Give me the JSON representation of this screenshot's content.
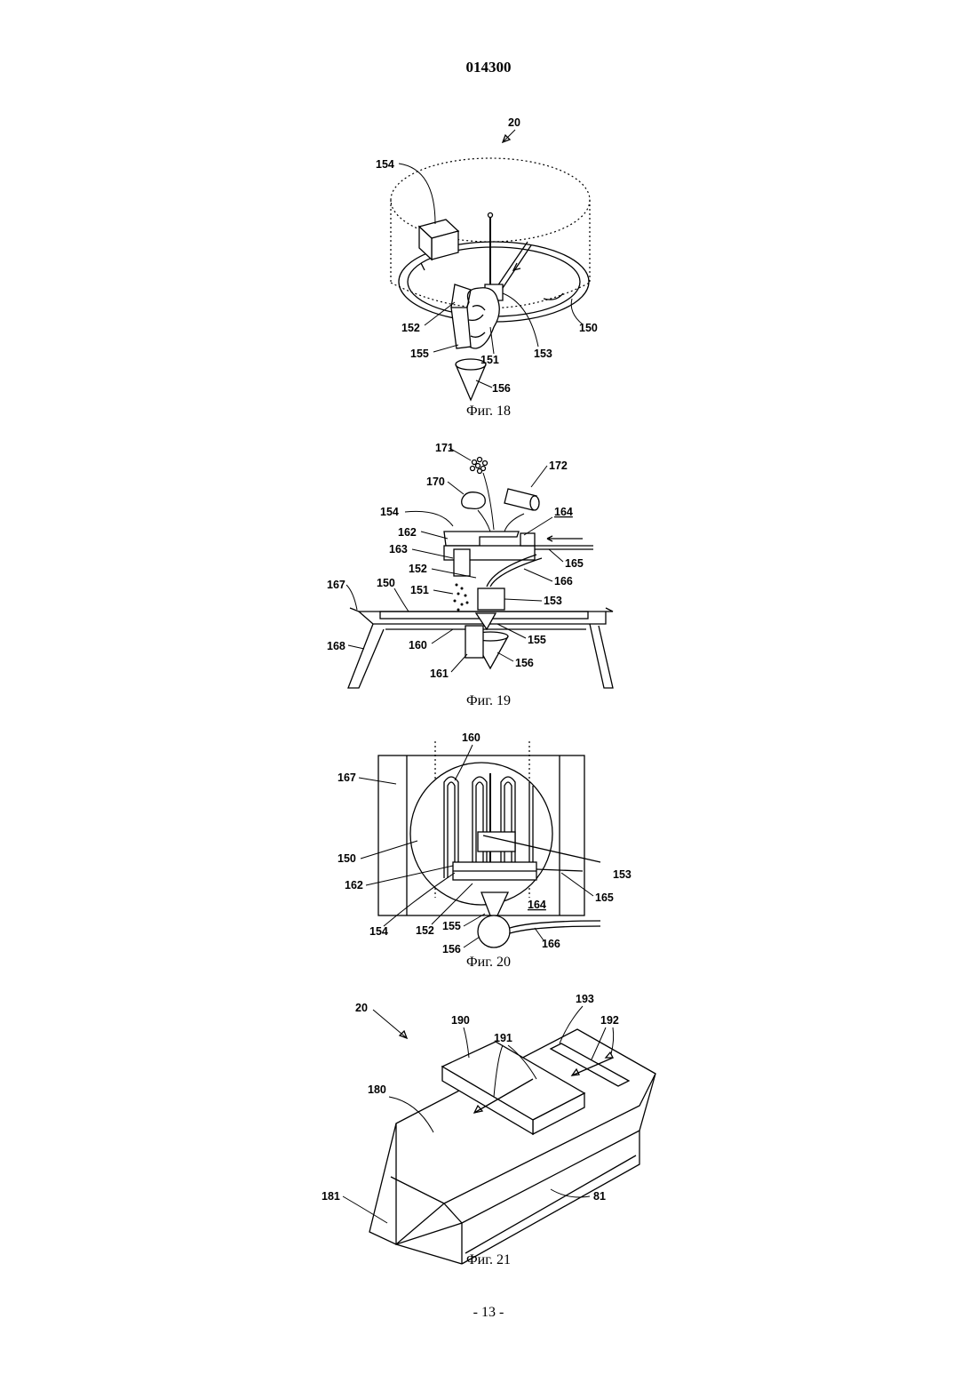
{
  "header": {
    "document_number": "014300"
  },
  "figures": [
    {
      "id": "fig18",
      "caption": "Фиг. 18",
      "labels": {
        "l20": "20",
        "l154": "154",
        "l152": "152",
        "l155": "155",
        "l151": "151",
        "l153": "153",
        "l150": "150",
        "l156": "156"
      }
    },
    {
      "id": "fig19",
      "caption": "Фиг. 19",
      "labels": {
        "l171": "171",
        "l172": "172",
        "l170": "170",
        "l154": "154",
        "l164": "164",
        "l162": "162",
        "l163": "163",
        "l152": "152",
        "l165": "165",
        "l151": "151",
        "l166": "166",
        "l167": "167",
        "l150": "150",
        "l153": "153",
        "l160": "160",
        "l155": "155",
        "l168": "168",
        "l156": "156",
        "l161": "161"
      }
    },
    {
      "id": "fig20",
      "caption": "Фиг. 20",
      "labels": {
        "l160": "160",
        "l167": "167",
        "l150": "150",
        "l153": "153",
        "l162": "162",
        "l165": "165",
        "l164": "164",
        "l154": "154",
        "l152": "152",
        "l155": "155",
        "l156": "156",
        "l166": "166"
      }
    },
    {
      "id": "fig21",
      "caption": "Фиг. 21",
      "labels": {
        "l20": "20",
        "l193": "193",
        "l190": "190",
        "l191": "191",
        "l192": "192",
        "l180": "180",
        "l181": "181",
        "l81": "81"
      }
    }
  ],
  "footer": {
    "page_number": "- 13 -"
  }
}
